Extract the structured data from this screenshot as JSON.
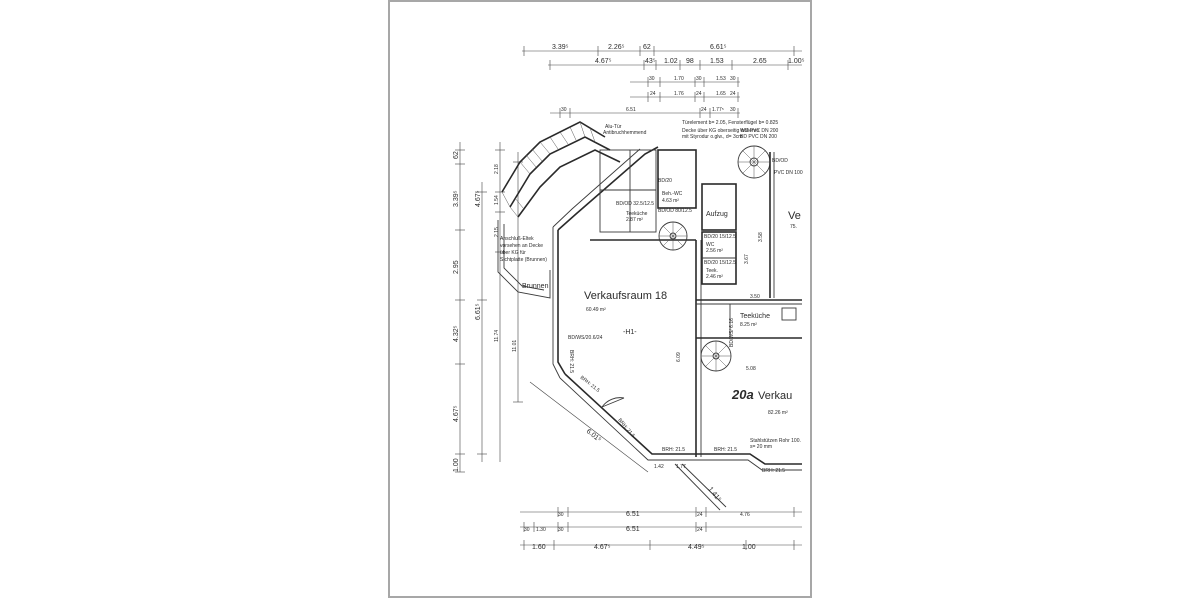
{
  "rooms": {
    "main_name": "Verkaufsraum 18",
    "main_area": "60.49 m²",
    "main_code": "-H1-",
    "right_number": "20a",
    "right_name": "Verkau",
    "right_area": "82.26 m²",
    "right_top": "Ve",
    "right_top_area": "75.",
    "beh_wc": "Beh.-WC",
    "beh_wc_area": "4.63 m²",
    "aufzug": "Aufzug",
    "wc": "WC",
    "wc_area": "2.56 m²",
    "teek": "Teek.",
    "teek_area": "2.46 m²",
    "teekueche_left": "Teeküche",
    "teekueche_left_area": "2.87 m²",
    "teekueche": "Teeküche",
    "teekueche_area": "8.25 m²",
    "brunnen": "Brunnen"
  },
  "notes": {
    "alu_tuer": "Alu-Tür",
    "alu_tuer_2": "Antibruchhemmend",
    "anschluss_1": "Anschluß-Eltek",
    "anschluss_2": "vorsehen an Decke",
    "anschluss_3": "über KG für",
    "anschluss_4": "Sichtplatte (Brunnen)",
    "tuer_top": "Türelement b= 2.05, Fensterflügel b= 0.825",
    "decke_1": "Decke über KG oberseitig isolieren",
    "decke_2": "mit Styrodur o.glw., d= 3cm",
    "wd_pvc": "WD PVC DN 200",
    "bd_pvc": "BD PVC DN 200",
    "bd_pvc_2": "PVC DN 100",
    "stahl": "Stahlstützen Rohr 100.",
    "stahl_2": "s= 20 mm",
    "window_main": "BD/WS/20.6/24",
    "brh_1": "BRH: 21.5",
    "brh_2": "BRH: 21.5",
    "brh_3": "BRH: 21.5",
    "brh_4": "BRH: 21.5",
    "brh_5": "BRH: 21.5",
    "brh_6": "BRH: 21.5",
    "door_bd_1": "BD/20",
    "door_bd_2": "BD/OD 32.5/12.5",
    "door_bd_3": "BD/OD 80/12.5",
    "door_bd_4": "BD/20 15/12.5",
    "door_bd_5": "BD/20 15/12.5",
    "door_bd_6": "BD/OD",
    "door_bd_7": "BD/WS/ 6.16"
  },
  "dimensions": {
    "top_row1": [
      "3.39⁵",
      "2.26⁵",
      "62",
      "6.61⁵"
    ],
    "top_row2": [
      "4.67⁵",
      "43⁵",
      "1.02",
      "98",
      "1.53",
      "2.65",
      "1.00⁵"
    ],
    "top_row3": [
      "30",
      "1.70",
      "30",
      "1.53",
      "30"
    ],
    "top_row4": [
      "24",
      "1.76",
      "24",
      "1.65",
      "24"
    ],
    "top_row5": [
      "30",
      "6.51",
      "24",
      "1.77⁵",
      "30"
    ],
    "left_col1": [
      "62",
      "3.39⁵",
      "2.95",
      "4.32⁵",
      "4.67⁵",
      "1.00"
    ],
    "left_col2": [
      "4.67⁵",
      "6.61⁵"
    ],
    "left_col3": [
      "2.18",
      "1.54",
      "2.15",
      "11.74",
      "11.01"
    ],
    "bottom_row1": [
      "30",
      "6.51",
      "24",
      "4.76"
    ],
    "bottom_row2": [
      "30",
      "1.30",
      "30",
      "6.51",
      "24"
    ],
    "bottom_row3": [
      "1.60",
      "4.67⁵",
      "4.49⁵",
      "1.00"
    ],
    "diag_1": "6.01⁵",
    "diag_2": "1.41⁵",
    "inner": [
      "1.42",
      "1.77",
      "3.50",
      "5.08",
      "3.58",
      "3.67",
      "6.09"
    ]
  }
}
